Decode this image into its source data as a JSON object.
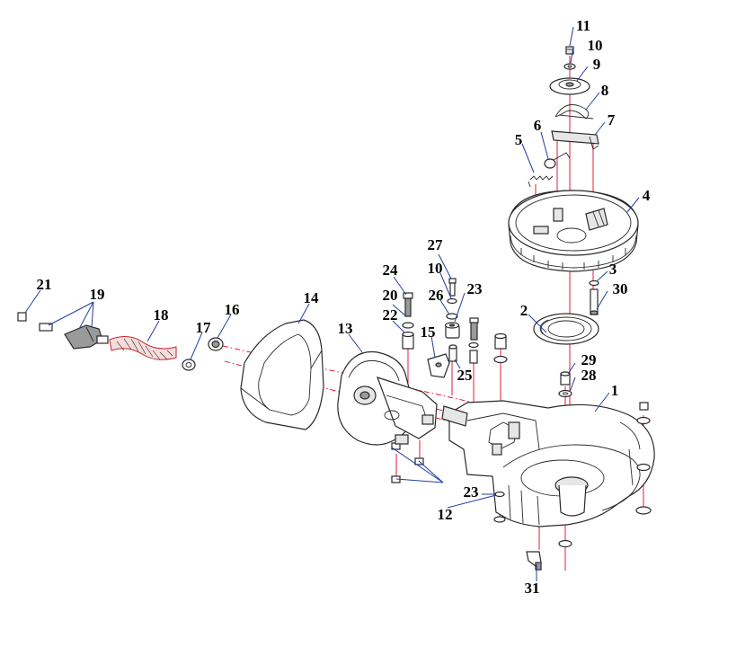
{
  "diagram": {
    "colors": {
      "part_outline": "#2a2a2a",
      "axis_lines": "#e8001c",
      "leader_lines": "#1f3f9f",
      "labels": "#000000"
    },
    "labels": {
      "p1": "1",
      "p2": "2",
      "p3": "3",
      "p4": "4",
      "p5": "5",
      "p6": "6",
      "p7": "7",
      "p8": "8",
      "p9": "9",
      "p10_top": "10",
      "p10_mid": "10",
      "p11": "11",
      "p12": "12",
      "p13": "13",
      "p14": "14",
      "p15": "15",
      "p16": "16",
      "p17": "17",
      "p18": "18",
      "p19": "19",
      "p20": "20",
      "p21": "21",
      "p22": "22",
      "p23_top": "23",
      "p23_bottom": "23",
      "p24": "24",
      "p25": "25",
      "p26": "26",
      "p27": "27",
      "p28": "28",
      "p29": "29",
      "p30": "30",
      "p31": "31"
    }
  }
}
